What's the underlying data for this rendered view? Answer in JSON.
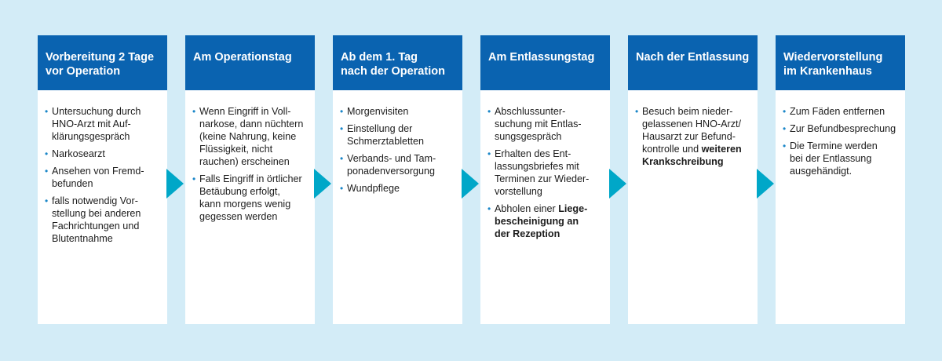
{
  "colors": {
    "background": "#d3ecf7",
    "header": "#0a63b0",
    "arrow": "#00a7c8",
    "bullet": "#1a86c8"
  },
  "stages": [
    {
      "title": "Vorbereitung 2 Tage\nvor Operation",
      "items": [
        {
          "text": "Untersuchung durch\nHNO-Arzt mit Auf-\nklärungsgespräch",
          "bold": ""
        },
        {
          "text": "Narkosearzt",
          "bold": ""
        },
        {
          "text": "Ansehen von Fremd-\nbefunden",
          "bold": ""
        },
        {
          "text": "falls notwendig Vor-\nstellung bei anderen\nFachrichtungen und\nBlutentnahme",
          "bold": ""
        }
      ]
    },
    {
      "title": "Am Operationstag",
      "items": [
        {
          "text": "Wenn Eingriff in Voll-\nnarkose, dann nüchtern\n(keine Nahrung, keine\nFlüssigkeit, nicht\nrauchen) erscheinen",
          "bold": ""
        },
        {
          "text": "Falls Eingriff in örtlicher\nBetäubung erfolgt,\nkann morgens wenig\ngegessen werden",
          "bold": ""
        }
      ]
    },
    {
      "title": "Ab dem 1. Tag\nnach der Operation",
      "items": [
        {
          "text": "Morgenvisiten",
          "bold": ""
        },
        {
          "text": "Einstellung der\nSchmerztabletten",
          "bold": ""
        },
        {
          "text": "Verbands- und Tam-\nponadenversorgung",
          "bold": ""
        },
        {
          "text": "Wundpflege",
          "bold": ""
        }
      ]
    },
    {
      "title": "Am Entlassungstag",
      "items": [
        {
          "text": "Abschlussunter-\nsuchung mit Entlas-\nsungsgespräch",
          "bold": ""
        },
        {
          "text": "Erhalten des Ent-\nlassungsbriefes mit\nTerminen zur Wieder-\nvorstellung",
          "bold": ""
        },
        {
          "text": "Abholen einer ",
          "bold": "Liege-\nbescheinigung an\nder Rezeption"
        }
      ]
    },
    {
      "title": "Nach der Entlassung",
      "items": [
        {
          "text": "Besuch beim nieder-\ngelassenen HNO-Arzt/\nHausarzt zur Befund-\nkontrolle und ",
          "bold": "weiteren\nKrankschreibung"
        }
      ]
    },
    {
      "title": "Wiedervorstellung\nim Krankenhaus",
      "items": [
        {
          "text": "Zum Fäden entfernen",
          "bold": ""
        },
        {
          "text": "Zur Befundbesprechung",
          "bold": ""
        },
        {
          "text": "Die Termine werden\nbei der Entlassung\nausgehändigt.",
          "bold": ""
        }
      ]
    }
  ]
}
